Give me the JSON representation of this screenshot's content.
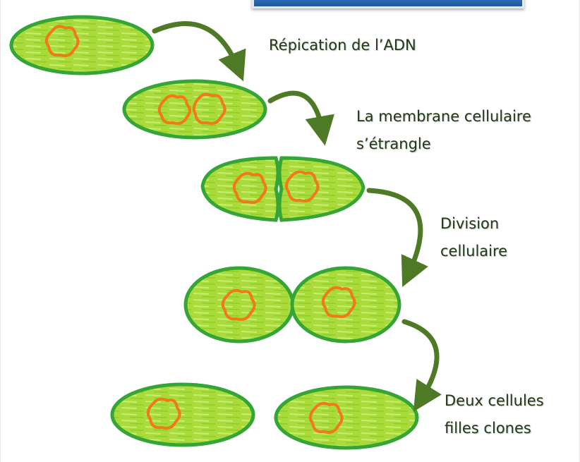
{
  "colors": {
    "cell_fill": "#a9dc3a",
    "cell_fill_light": "#c9ec74",
    "cell_border": "#35a536",
    "dna": "#f07a18",
    "arrow": "#4f7a25",
    "label_text": "#233a18",
    "title_bar": "#2f6fb6"
  },
  "steps": [
    {
      "lines": [
        "Répication de l’ADN"
      ]
    },
    {
      "lines": [
        "La membrane cellulaire",
        "s’étrangle"
      ]
    },
    {
      "lines": [
        "Division",
        "cellulaire"
      ]
    },
    {
      "lines": [
        "Deux cellules",
        "filles clones"
      ]
    }
  ]
}
